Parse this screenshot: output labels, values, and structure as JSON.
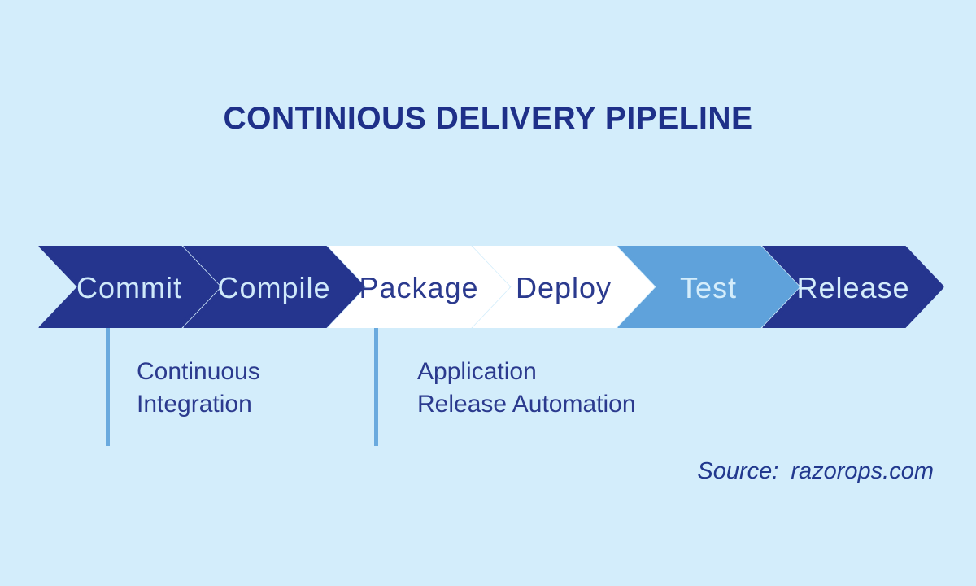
{
  "title": "CONTINIOUS DELIVERY PIPELINE",
  "pipeline": {
    "stages": [
      {
        "label": "Commit",
        "fill": "#25358e",
        "text_color": "#cfe9fa"
      },
      {
        "label": "Compile",
        "fill": "#25358e",
        "text_color": "#cfe9fa"
      },
      {
        "label": "Package",
        "fill": "#ffffff",
        "text_color": "#2b3a8e"
      },
      {
        "label": "Deploy",
        "fill": "#ffffff",
        "text_color": "#2b3a8e"
      },
      {
        "label": "Test",
        "fill": "#5fa2db",
        "text_color": "#d4edfb"
      },
      {
        "label": "Release",
        "fill": "#25358e",
        "text_color": "#d4edfb"
      }
    ]
  },
  "annotations": [
    {
      "line1": "Continuous",
      "line2": "Integration"
    },
    {
      "line1": "Application",
      "line2": "Release Automation"
    }
  ],
  "source": {
    "label": "Source:",
    "value": "razorops.com"
  },
  "colors": {
    "background": "#d3edfb",
    "navy": "#25358e",
    "white_stage": "#ffffff",
    "test_stage": "#5fa2db",
    "light_label": "#cfe9fa",
    "title_text": "#1e3089",
    "annotation_text": "#2b3a8e",
    "connector": "#6aaade",
    "source_text": "#21388e"
  }
}
